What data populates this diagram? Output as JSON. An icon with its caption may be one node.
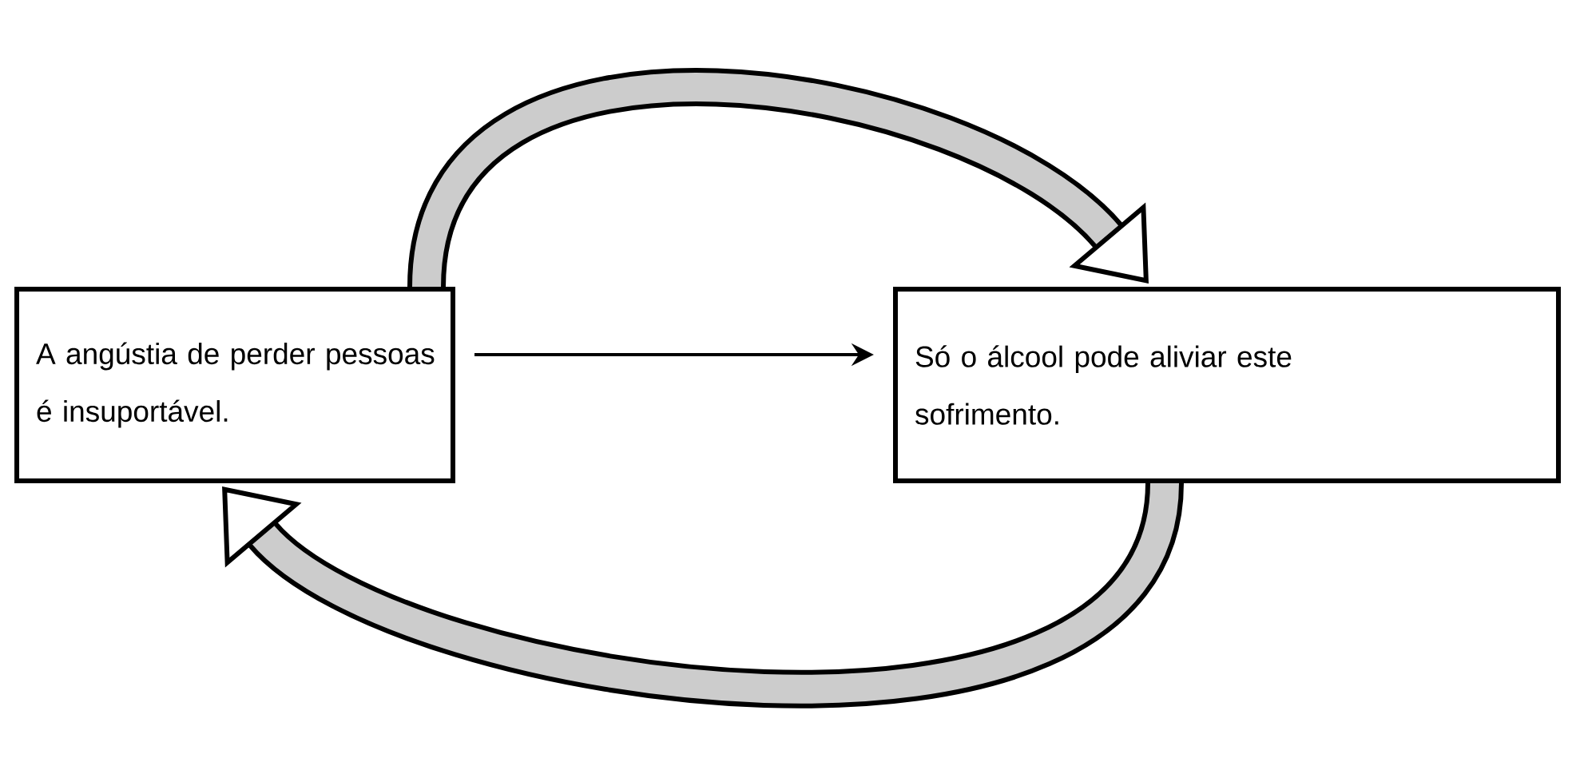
{
  "diagram": {
    "nodes": [
      {
        "text": [
          "A angústia de perder pessoas é insuportável."
        ]
      },
      {
        "text": [
          "Só o álcool pode aliviar este sofrimento."
        ]
      }
    ],
    "edges": [
      {
        "from": 0,
        "to": 1,
        "arrow": "to"
      },
      {
        "from": 0,
        "to": 1,
        "arrow": "to"
      },
      {
        "from": 1,
        "to": 0,
        "arrow": "to"
      }
    ]
  }
}
